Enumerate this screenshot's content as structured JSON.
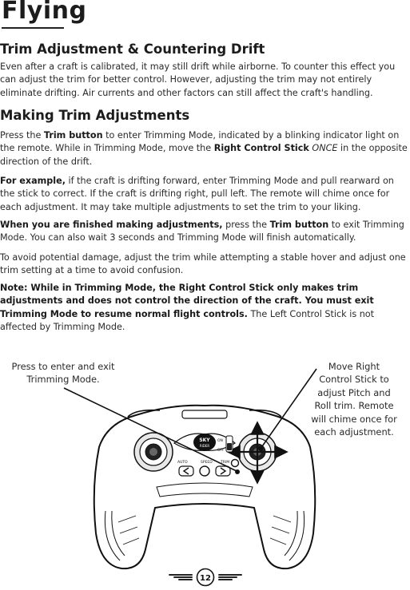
{
  "page": {
    "title": "Flying",
    "number": "12"
  },
  "sections": {
    "drift": {
      "heading": "Trim Adjustment & Countering Drift",
      "body": "Even after a craft is calibrated, it may still drift while airborne. To counter this effect you can adjust the trim for better control. However, adjusting the trim may not entirely eliminate drifting. Air currents and other factors can still affect the craft's handling."
    },
    "making": {
      "heading": "Making Trim Adjustments",
      "p1": {
        "t1": "Press the ",
        "b1": "Trim button",
        "t2": " to enter Trimming Mode, indicated by a blinking indicator light on the remote. While in Trimming Mode, move the ",
        "b2": "Right Control Stick",
        "t3": " ",
        "i1": "ONCE",
        "t4": " in the opposite direction of the drift."
      },
      "p2": {
        "b1": "For example,",
        "t1": " if the craft is drifting forward, enter Trimming Mode and pull rearward on the stick to correct. If the craft is drifting right, pull left. The remote will chime once for each adjustment. It may take multiple adjustments to set the trim to your liking."
      },
      "p3": {
        "b1": "When you are finished making adjustments,",
        "t1": " press the ",
        "b2": "Trim button",
        "t2": " to exit Trimming Mode. You can also wait 3 seconds and Trimming Mode will finish automatically."
      },
      "p4": " To avoid potential damage, adjust the trim while attempting a stable hover and adjust one trim setting at a time to avoid confusion.",
      "p5": {
        "b1": "Note: While in Trimming Mode, the Right Control Stick only makes trim adjustments and does not control the direction of the craft. You must exit Trimming Mode to resume normal flight controls.",
        "t1": " The Left Control Stick is not affected by Trimming Mode."
      }
    }
  },
  "diagram": {
    "callout_left": [
      "Press to enter and exit",
      "Trimming Mode."
    ],
    "callout_right": [
      "Move Right",
      "Control Stick to",
      "adjust Pitch and",
      "Roll trim. Remote",
      "will chime once for",
      "each adjustment."
    ],
    "remote_labels": {
      "brand_top": "SKY",
      "brand_bottom": "RIDER",
      "on": "ON",
      "off": "OFF",
      "auto": "AUTO",
      "speed": "SPEED",
      "trim": "TRIM"
    }
  }
}
